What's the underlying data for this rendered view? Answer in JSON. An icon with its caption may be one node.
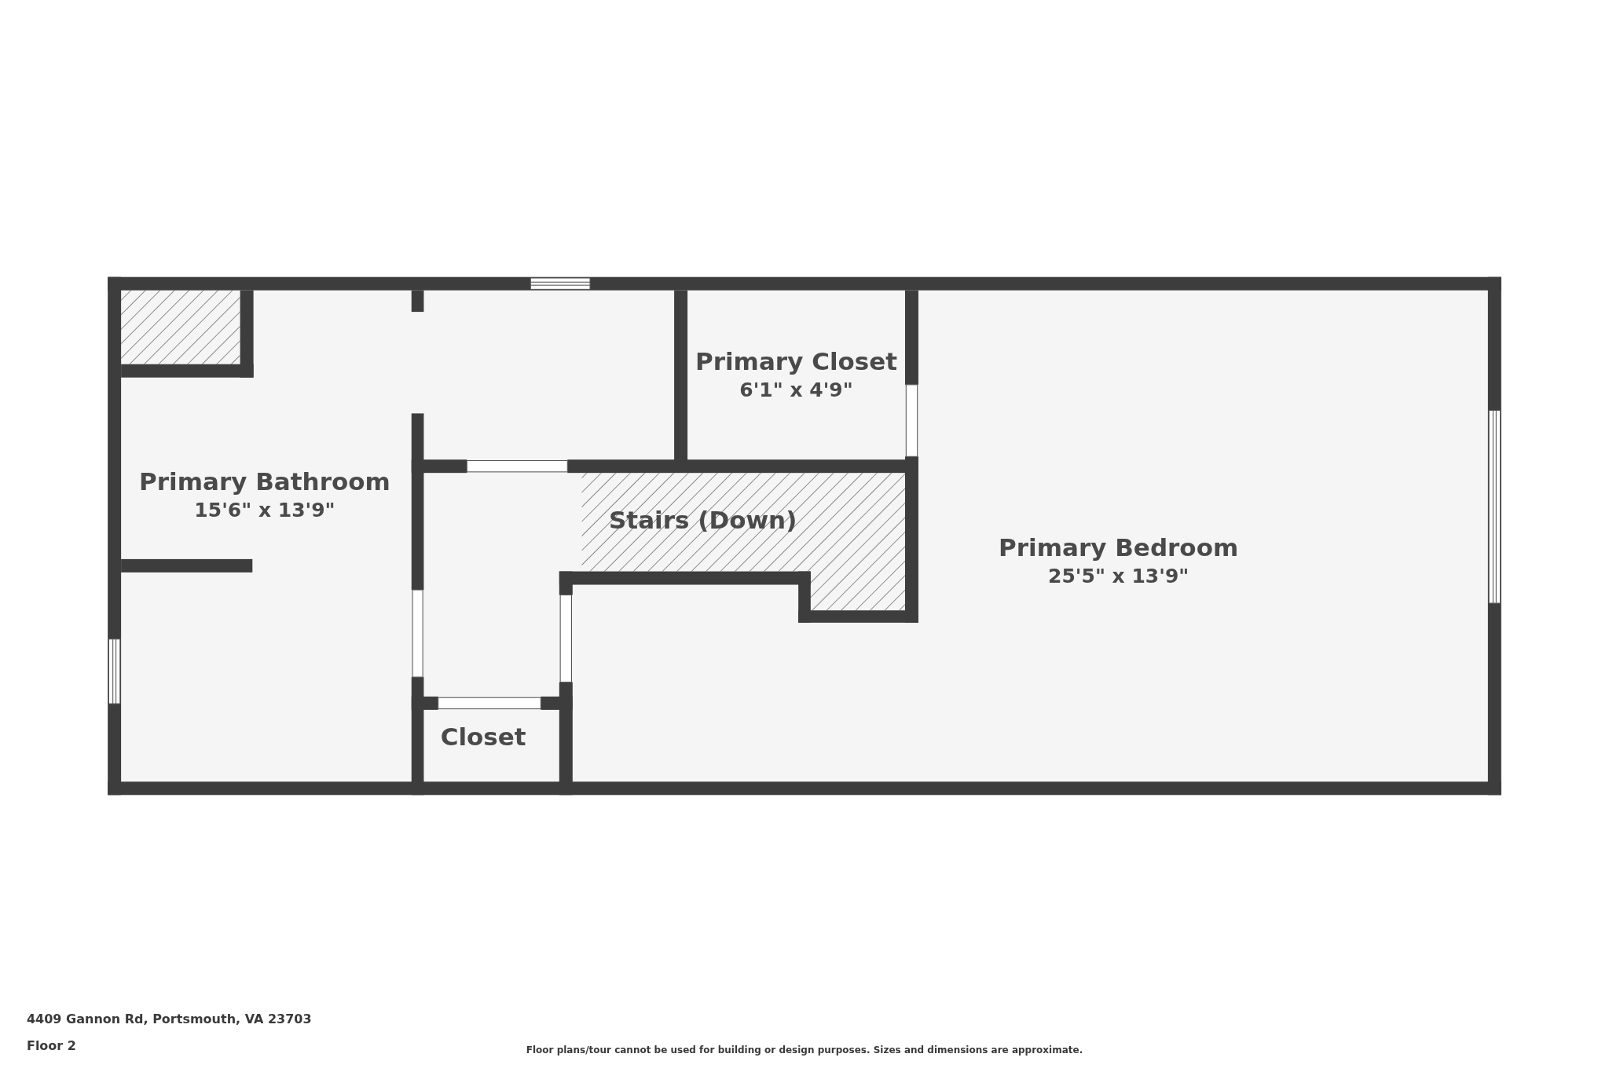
{
  "diagram": {
    "nodes": [
      {
        "text": [
          "Primary Bathroom",
          "15'6\" x 13'9\""
        ]
      },
      {
        "text": [
          "Primary Closet",
          "6'1\" x 4'9\""
        ]
      },
      {
        "text": [
          "Stairs (Down)"
        ]
      },
      {
        "text": [
          "Primary Bedroom",
          "25'5\" x 13'9\""
        ]
      },
      {
        "text": [
          "Closet"
        ]
      }
    ],
    "labels": [
      "4409 Gannon Rd, Portsmouth, VA 23703",
      "Floor 2",
      "Floor plans/tour cannot be used for building or design purposes. Sizes and dimensions are approximate."
    ]
  }
}
